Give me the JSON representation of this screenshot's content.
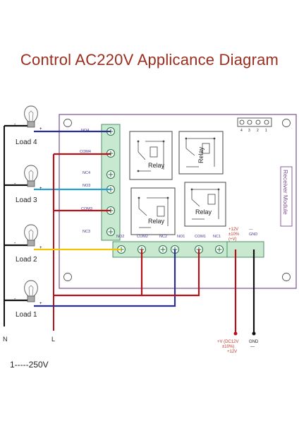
{
  "title": "Control AC220V Applicance Diagram",
  "note": "1-----250V",
  "board": {
    "module_label": "Receiver Module",
    "relay_label": "Relay",
    "header_pins": [
      "4",
      "3",
      "2",
      "1"
    ]
  },
  "terminals": {
    "left": [
      "NO4",
      "COM4",
      "NC4",
      "NO3",
      "COM3",
      "NC3"
    ],
    "bottom": [
      "NO2",
      "COM2",
      "NC2",
      "NO1",
      "COM1",
      "NC1"
    ],
    "power_plus": [
      "+12V",
      "±10%",
      "(+V)"
    ],
    "power_gnd": [
      "GND",
      "—"
    ]
  },
  "loads": [
    "Load 4",
    "Load 3",
    "Load 2",
    "Load 1"
  ],
  "lines": {
    "neutral": "N",
    "live": "L"
  },
  "supply": {
    "plus_label": [
      "+V (DC12V",
      "±10%)",
      "+12V"
    ],
    "gnd_label": [
      "GND",
      "—"
    ]
  },
  "colors": {
    "title": "#9b2d1f",
    "blue_wire": "#2d2f8f",
    "red_wire": "#b5121b",
    "cyan_wire": "#2b9ad0",
    "yellow_wire": "#f5c400",
    "green_terminal": "#c9e8d0",
    "board_border": "#7c4f8f"
  }
}
